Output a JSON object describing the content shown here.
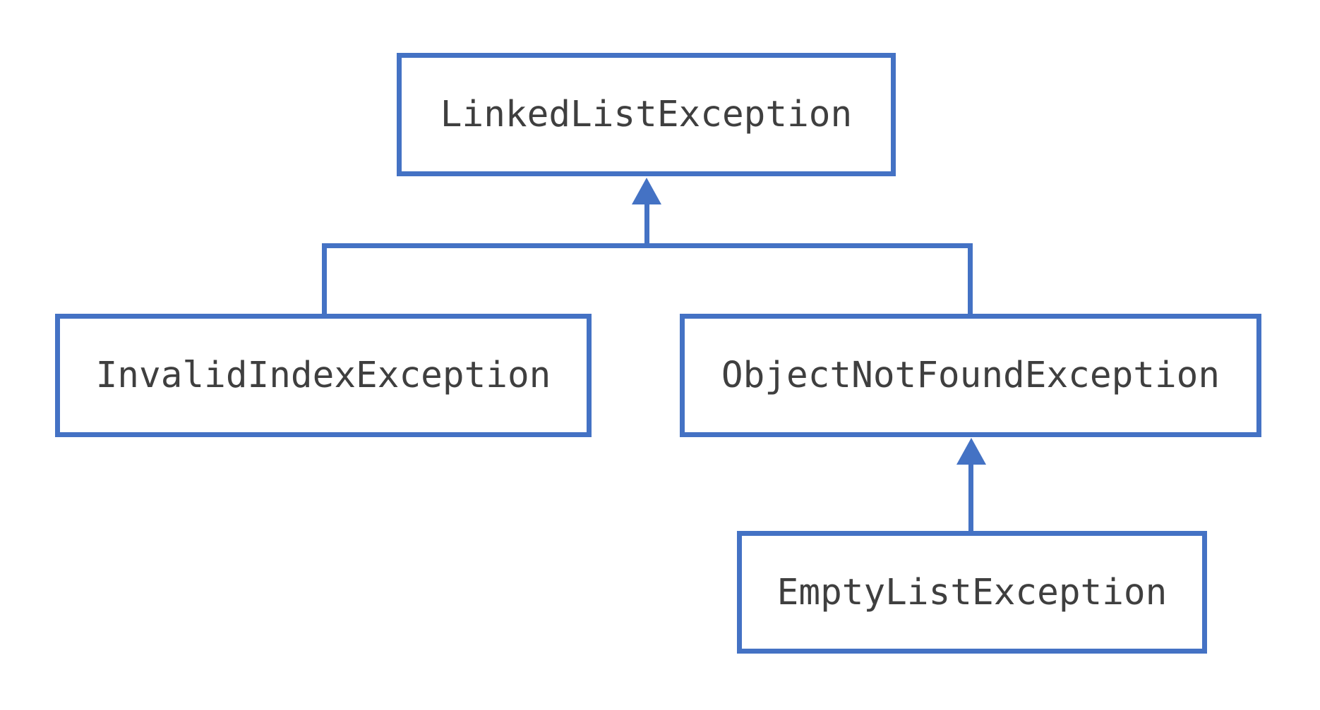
{
  "diagram": {
    "kind": "exception-class-hierarchy",
    "nodes": [
      {
        "id": "linked-list-exception",
        "label": "LinkedListException"
      },
      {
        "id": "invalid-index-exception",
        "label": "InvalidIndexException"
      },
      {
        "id": "object-not-found-exception",
        "label": "ObjectNotFoundException"
      },
      {
        "id": "empty-list-exception",
        "label": "EmptyListException"
      }
    ],
    "edges": [
      {
        "from": "InvalidIndexException",
        "to": "LinkedListException",
        "relation": "extends",
        "arrow": "up"
      },
      {
        "from": "ObjectNotFoundException",
        "to": "LinkedListException",
        "relation": "extends",
        "arrow": "up"
      },
      {
        "from": "EmptyListException",
        "to": "ObjectNotFoundException",
        "relation": "extends",
        "arrow": "up"
      }
    ]
  },
  "colors": {
    "accent": "#4472C4",
    "text": "#3F3F3F",
    "background": "#FFFFFF"
  }
}
